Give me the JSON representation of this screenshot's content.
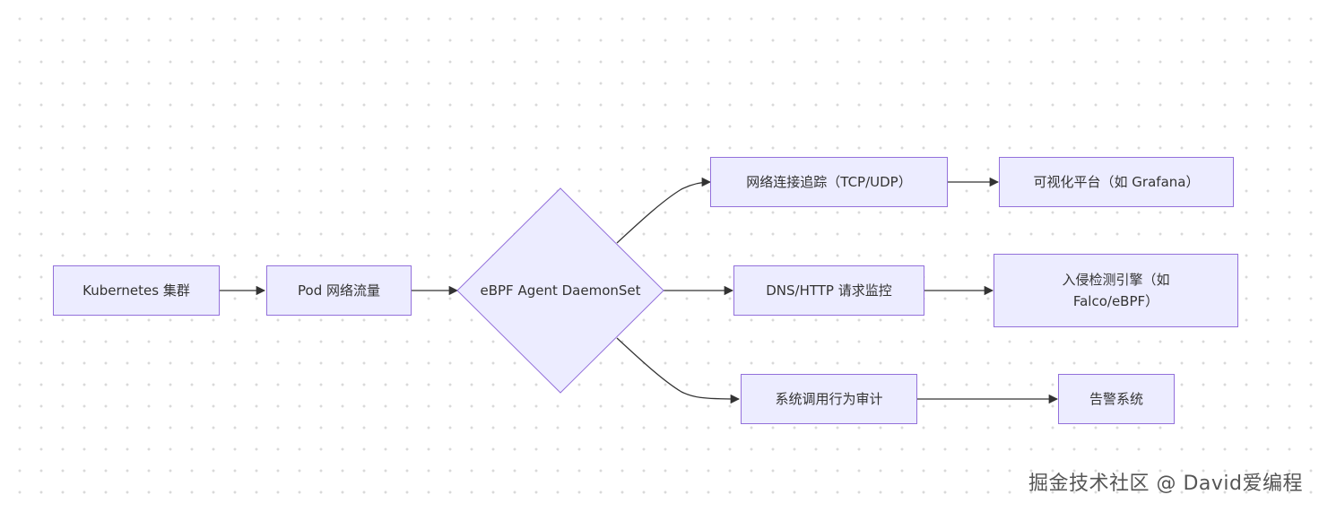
{
  "diagram": {
    "nodes": {
      "k8s": "Kubernetes 集群",
      "pod": "Pod 网络流量",
      "agent": "eBPF Agent DaemonSet",
      "net_trace": "网络连接追踪（TCP/UDP）",
      "visual": "可视化平台（如 Grafana）",
      "dns": "DNS/HTTP 请求监控",
      "ids": "入侵检测引擎（如 Falco/eBPF）",
      "syscall": "系统调用行为审计",
      "alert": "告警系统"
    },
    "edges": [
      {
        "from": "k8s",
        "to": "pod"
      },
      {
        "from": "pod",
        "to": "agent"
      },
      {
        "from": "agent",
        "to": "net_trace"
      },
      {
        "from": "agent",
        "to": "dns"
      },
      {
        "from": "agent",
        "to": "syscall"
      },
      {
        "from": "net_trace",
        "to": "visual"
      },
      {
        "from": "dns",
        "to": "ids"
      },
      {
        "from": "syscall",
        "to": "alert"
      }
    ],
    "colors": {
      "node_fill": "#ececff",
      "node_stroke": "#9370db",
      "edge": "#333333"
    }
  },
  "watermark": "掘金技术社区 @ David爱编程"
}
